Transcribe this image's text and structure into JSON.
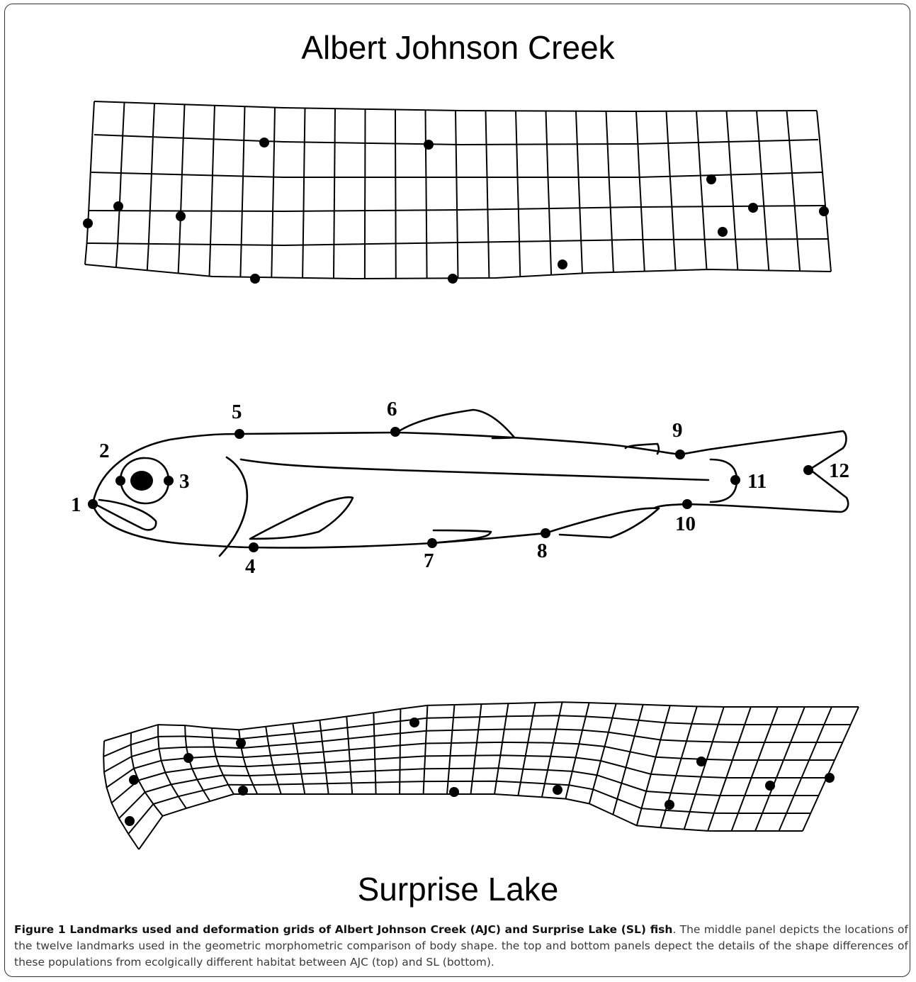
{
  "panels": {
    "top_title": "Albert Johnson Creek",
    "bottom_title": "Surprise Lake"
  },
  "landmarks": [
    "1",
    "2",
    "3",
    "4",
    "5",
    "6",
    "7",
    "8",
    "9",
    "10",
    "11",
    "12"
  ],
  "caption": {
    "label": "Figure 1 Landmarks used and deformation grids of Albert Johnson Creek (AJC) and Surprise Lake (SL) fish",
    "text": ". The middle panel depicts the locations of the twelve landmarks used in the geometric morphometric comparison of body shape. the top and bottom panels depect the details of the shape differences of these populations from ecolgically different habitat between AJC (top) and SL (bottom)."
  }
}
